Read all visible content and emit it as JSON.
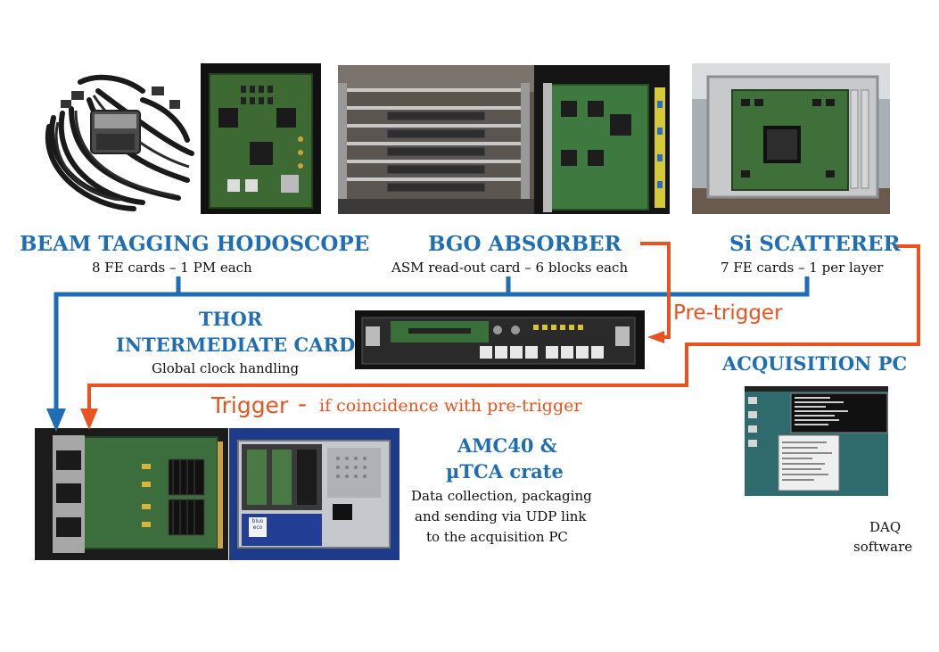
{
  "colors": {
    "blue": "#1f6eb4",
    "orange": "#e8531f",
    "text": "#111111"
  },
  "hodoscope": {
    "title": "BEAM TAGGING HODOSCOPE",
    "subtitle": "8 FE cards – 1 PM each"
  },
  "bgo": {
    "title": "BGO ABSORBER",
    "subtitle": "ASM read-out card – 6 blocks each"
  },
  "si": {
    "title": "Si SCATTERER",
    "subtitle": "7 FE cards – 1 per layer"
  },
  "thor": {
    "title_line1": "THOR",
    "title_line2": "INTERMEDIATE CARD",
    "subtitle": "Global clock handling"
  },
  "acq_pc": {
    "title": "ACQUISITION PC",
    "caption_line1": "DAQ",
    "caption_line2": "software"
  },
  "amc": {
    "title_line1": "AMC40 &",
    "title_line2": "µTCA crate",
    "desc_line1": "Data collection, packaging",
    "desc_line2": "and sending via UDP link",
    "desc_line3": "to the acquisition PC"
  },
  "signals": {
    "pre_trigger": "Pre-trigger",
    "trigger": "Trigger",
    "dash": "-",
    "trigger_note": "if coincidence with pre-trigger"
  },
  "crate_logo": "bluo eco"
}
